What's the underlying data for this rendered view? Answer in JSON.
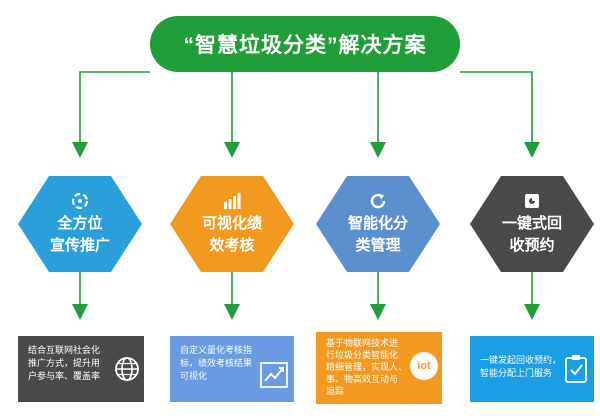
{
  "title": "“智慧垃圾分类”解决方案",
  "colors": {
    "green": "#1f9e3a",
    "blue": "#2b9fd9",
    "orange": "#f29a1f",
    "light_blue": "#5c8fd0",
    "dark": "#4a4a4a",
    "card_blue_light": "#6a9be3",
    "card_blue": "#1a9ee4"
  },
  "pillars": [
    {
      "name": "全方位宣传推广",
      "label_lines": [
        "全方位",
        "宣传推广"
      ],
      "icon": "rotate-circle-icon",
      "card_lines": [
        "结合互联网社会化",
        "推广方式，提升用",
        "户参与率、覆盖率"
      ],
      "card_icon": "globe-icon"
    },
    {
      "name": "可视化绩效考核",
      "label_lines": [
        "可视化绩",
        "效考核"
      ],
      "icon": "bar-chart-icon",
      "card_lines": [
        "自定义量化考核指",
        "标，绩效考核结果",
        "可视化"
      ],
      "card_icon": "line-chart-icon"
    },
    {
      "name": "智能化分类管理",
      "label_lines": [
        "智能化分",
        "类管理"
      ],
      "icon": "refresh-icon",
      "card_lines": [
        "基于物联网技术进",
        "行垃圾分类智能化",
        "精细管理，实现人、",
        "事、物高效互动与",
        "追踪"
      ],
      "card_icon": "iot-icon",
      "card_icon_text": "iot"
    },
    {
      "name": "一键式回收预约",
      "label_lines": [
        "一键式回",
        "收预约"
      ],
      "icon": "tablet-icon",
      "card_lines": [
        "一键发起回收预约，",
        "智能分配上门服务"
      ],
      "card_icon": "clipboard-check-icon"
    }
  ]
}
